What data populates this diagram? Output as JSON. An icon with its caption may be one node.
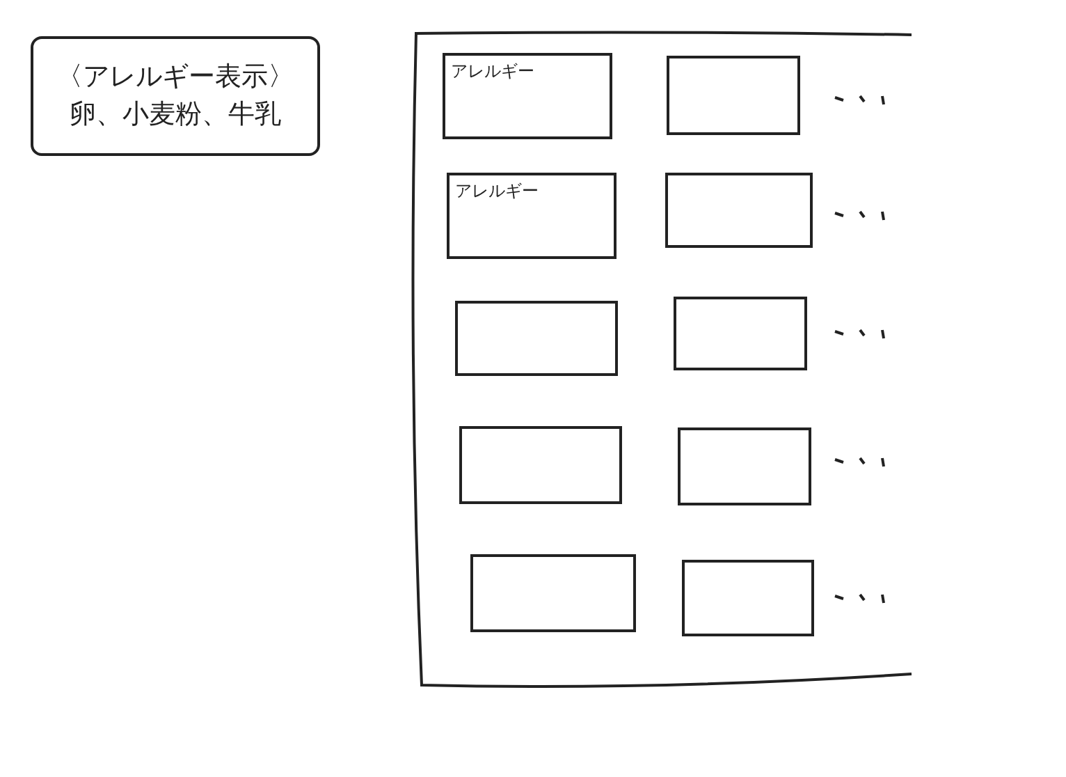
{
  "diagram": {
    "nodes": [
      {
        "text": [
          "〈アレルギー表示〉",
          "卵、小麦粉、牛乳"
        ]
      },
      {
        "text": [],
        "shape": "box"
      },
      {
        "text": [
          "アレルギー"
        ],
        "in": 1
      },
      {
        "text": [],
        "shape": "box",
        "in": 1
      },
      {
        "text": [
          "アレルギー"
        ],
        "in": 1
      },
      {
        "text": [],
        "shape": "box",
        "in": 1
      },
      {
        "text": [],
        "shape": "box",
        "in": 1
      },
      {
        "text": [],
        "shape": "box",
        "in": 1
      },
      {
        "text": [],
        "shape": "box",
        "in": 1
      },
      {
        "text": [],
        "shape": "box",
        "in": 1
      },
      {
        "text": [],
        "shape": "box",
        "in": 1
      },
      {
        "text": [],
        "shape": "box",
        "in": 1
      }
    ]
  }
}
